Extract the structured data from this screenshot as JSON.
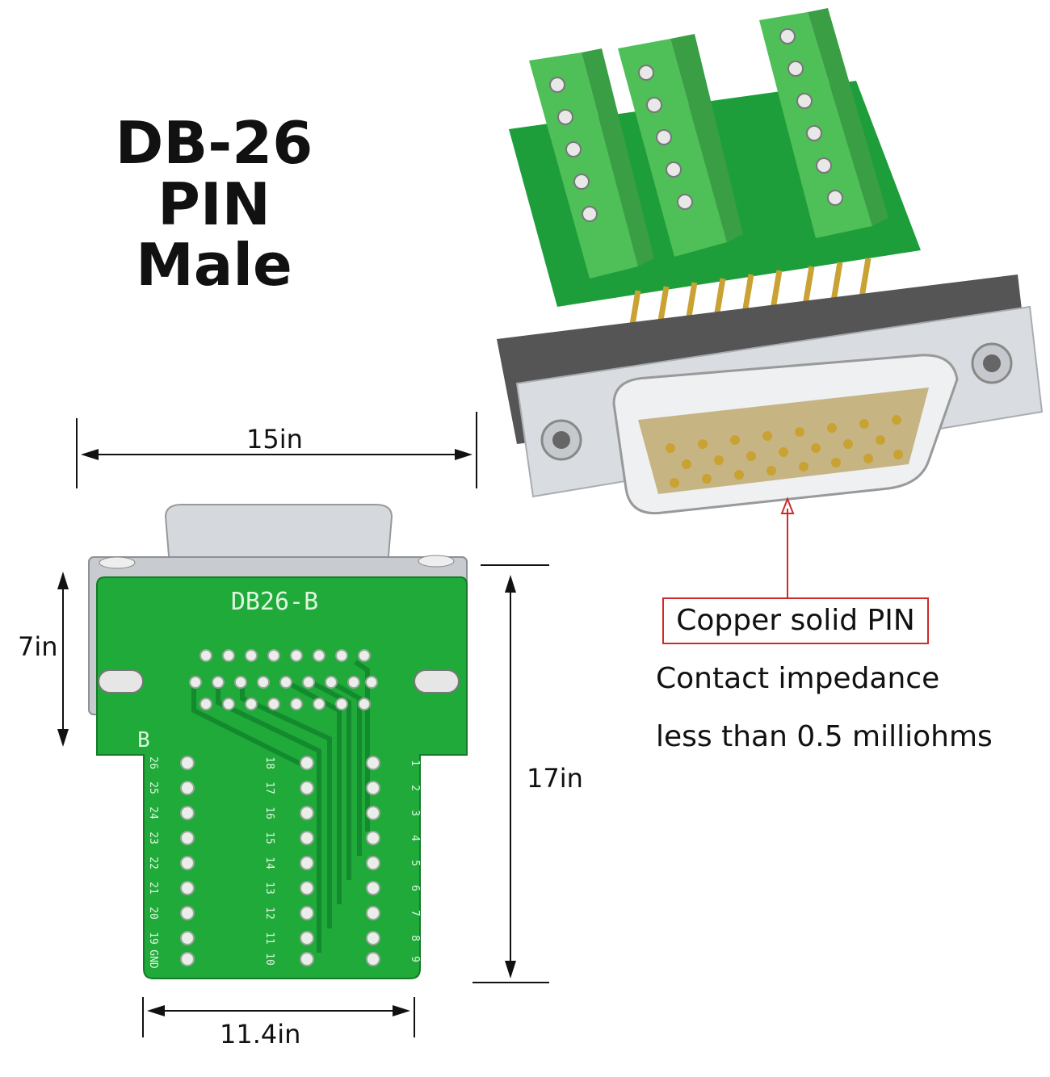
{
  "title": {
    "line1": "DB-26 PIN",
    "line2": "Male"
  },
  "dimensions": {
    "width_top": "15in",
    "height_left": "7in",
    "height_right": "17in",
    "width_bottom": "11.4in"
  },
  "pcb": {
    "label": "DB26-B",
    "side_mark": "B",
    "left_pins": [
      "26",
      "25",
      "24",
      "23",
      "22",
      "21",
      "20",
      "19",
      "GND"
    ],
    "middle_pins": [
      "18",
      "17",
      "16",
      "15",
      "14",
      "13",
      "12",
      "11",
      "10"
    ],
    "right_pins": [
      "1",
      "2",
      "3",
      "4",
      "5",
      "6",
      "7",
      "8",
      "9"
    ]
  },
  "callout": {
    "label": "Copper solid PIN"
  },
  "specs": {
    "line1": "Contact impedance",
    "line2": "less than 0.5 milliohms"
  },
  "colors": {
    "pcb_green": "#1faa3a",
    "terminal_green": "#55c25a",
    "callout_red": "#d02a2a",
    "gold": "#c9a233"
  }
}
